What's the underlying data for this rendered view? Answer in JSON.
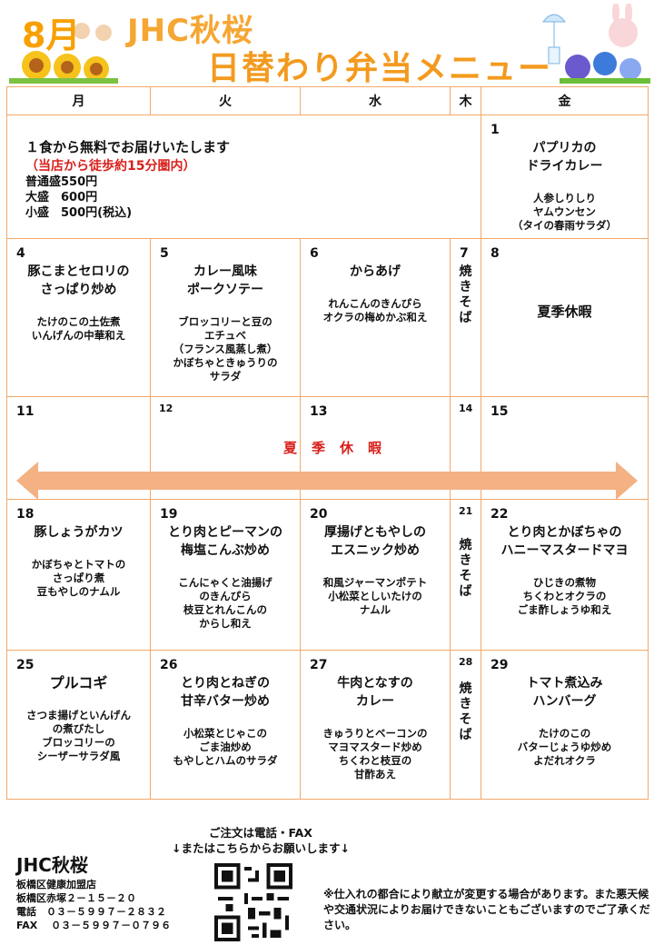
{
  "header": {
    "month_badge": "8月",
    "title_line1": "JHC秋桜",
    "title_line2": "日替わり弁当メニュー"
  },
  "weekdays": [
    "月",
    "火",
    "水",
    "木",
    "金"
  ],
  "intro": {
    "line1": "１食から無料でお届けいたします",
    "line2": "（当店から徒歩約15分圏内）",
    "prices": [
      "普通盛550円",
      "大盛　600円",
      "小盛　500円(税込)"
    ]
  },
  "weeks": [
    [
      {
        "day": "",
        "main": "",
        "side": ""
      },
      {
        "day": "",
        "main": "",
        "side": ""
      },
      {
        "day": "",
        "main": "",
        "side": ""
      },
      {
        "day": "",
        "main": "",
        "side": ""
      },
      {
        "day": "1",
        "main": "パプリカの\nドライカレー",
        "side": "人参しりしり\nヤムウンセン\n（タイの春雨サラダ）"
      }
    ],
    [
      {
        "day": "4",
        "main": "豚こまとセロリの\nさっぱり炒め",
        "side": "たけのこの土佐煮\nいんげんの中華和え"
      },
      {
        "day": "5",
        "main": "カレー風味\nポークソテー",
        "side": "ブロッコリーと豆の\nエチュベ\n（フランス風蒸し煮）\nかぼちゃときゅうりの\nサラダ"
      },
      {
        "day": "6",
        "main": "からあげ",
        "side": "れんこんのきんぴら\nオクラの梅めかぶ和え"
      },
      {
        "day": "7",
        "main": "焼\nき\nそ\nば",
        "side": ""
      },
      {
        "day": "8",
        "main": "夏季休暇",
        "side": ""
      }
    ],
    [
      {
        "day": "11",
        "main": "",
        "side": ""
      },
      {
        "day": "12",
        "main": "",
        "side": ""
      },
      {
        "day": "13",
        "main": "",
        "side": ""
      },
      {
        "day": "14",
        "main": "",
        "side": ""
      },
      {
        "day": "15",
        "main": "",
        "side": ""
      }
    ],
    [
      {
        "day": "18",
        "main": "豚しょうがカツ",
        "side": "かぼちゃとトマトの\nさっぱり煮\n豆もやしのナムル"
      },
      {
        "day": "19",
        "main": "とり肉とピーマンの\n梅塩こんぶ炒め",
        "side": "こんにゃくと油揚げ\nのきんぴら\n枝豆とれんこんの\nからし和え"
      },
      {
        "day": "20",
        "main": "厚揚げともやしの\nエスニック炒め",
        "side": "和風ジャーマンポテト\n小松菜としいたけの\nナムル"
      },
      {
        "day": "21",
        "main": "焼\nき\nそ\nば",
        "side": ""
      },
      {
        "day": "22",
        "main": "とり肉とかぼちゃの\nハニーマスタードマヨ",
        "side": "ひじきの煮物\nちくわとオクラの\nごま酢しょうゆ和え"
      }
    ],
    [
      {
        "day": "25",
        "main": "プルコギ",
        "side": "さつま揚げといんげん\nの煮びたし\nブロッコリーの\nシーザーサラダ風"
      },
      {
        "day": "26",
        "main": "とり肉とねぎの\n甘辛バター炒め",
        "side": "小松菜とじゃこの\nごま油炒め\nもやしとハムのサラダ"
      },
      {
        "day": "27",
        "main": "牛肉となすの\nカレー",
        "side": "きゅうりとベーコンの\nマヨマスタード炒め\nちくわと枝豆の\n甘酢あえ"
      },
      {
        "day": "28",
        "main": "焼\nき\nそ\nば",
        "side": ""
      },
      {
        "day": "29",
        "main": "トマト煮込み\nハンバーグ",
        "side": "たけのこの\nバターじょうゆ炒め\nよだれオクラ"
      }
    ]
  ],
  "holiday_banner": "夏季休暇",
  "footer": {
    "brand": "JHC秋桜",
    "address_lines": [
      "板橋区健康加盟店",
      "板橋区赤塚２－１５－２０",
      "電話　０３－５９９７－２８３２",
      "FAX　 ０３－５９９７－０７９６"
    ],
    "order_line1": "ご注文は電話・FAX",
    "order_line2": "↓またはこちらからお願いします↓",
    "note": "※仕入れの都合により献立が変更する場合があります。また悪天候や交通状況によりお届けできないこともございますのでご了承ください。"
  },
  "colors": {
    "border": "#f4a869",
    "accent_red": "#d8201c",
    "title_orange": "#f39a1e",
    "arrow": "#f4b183"
  }
}
